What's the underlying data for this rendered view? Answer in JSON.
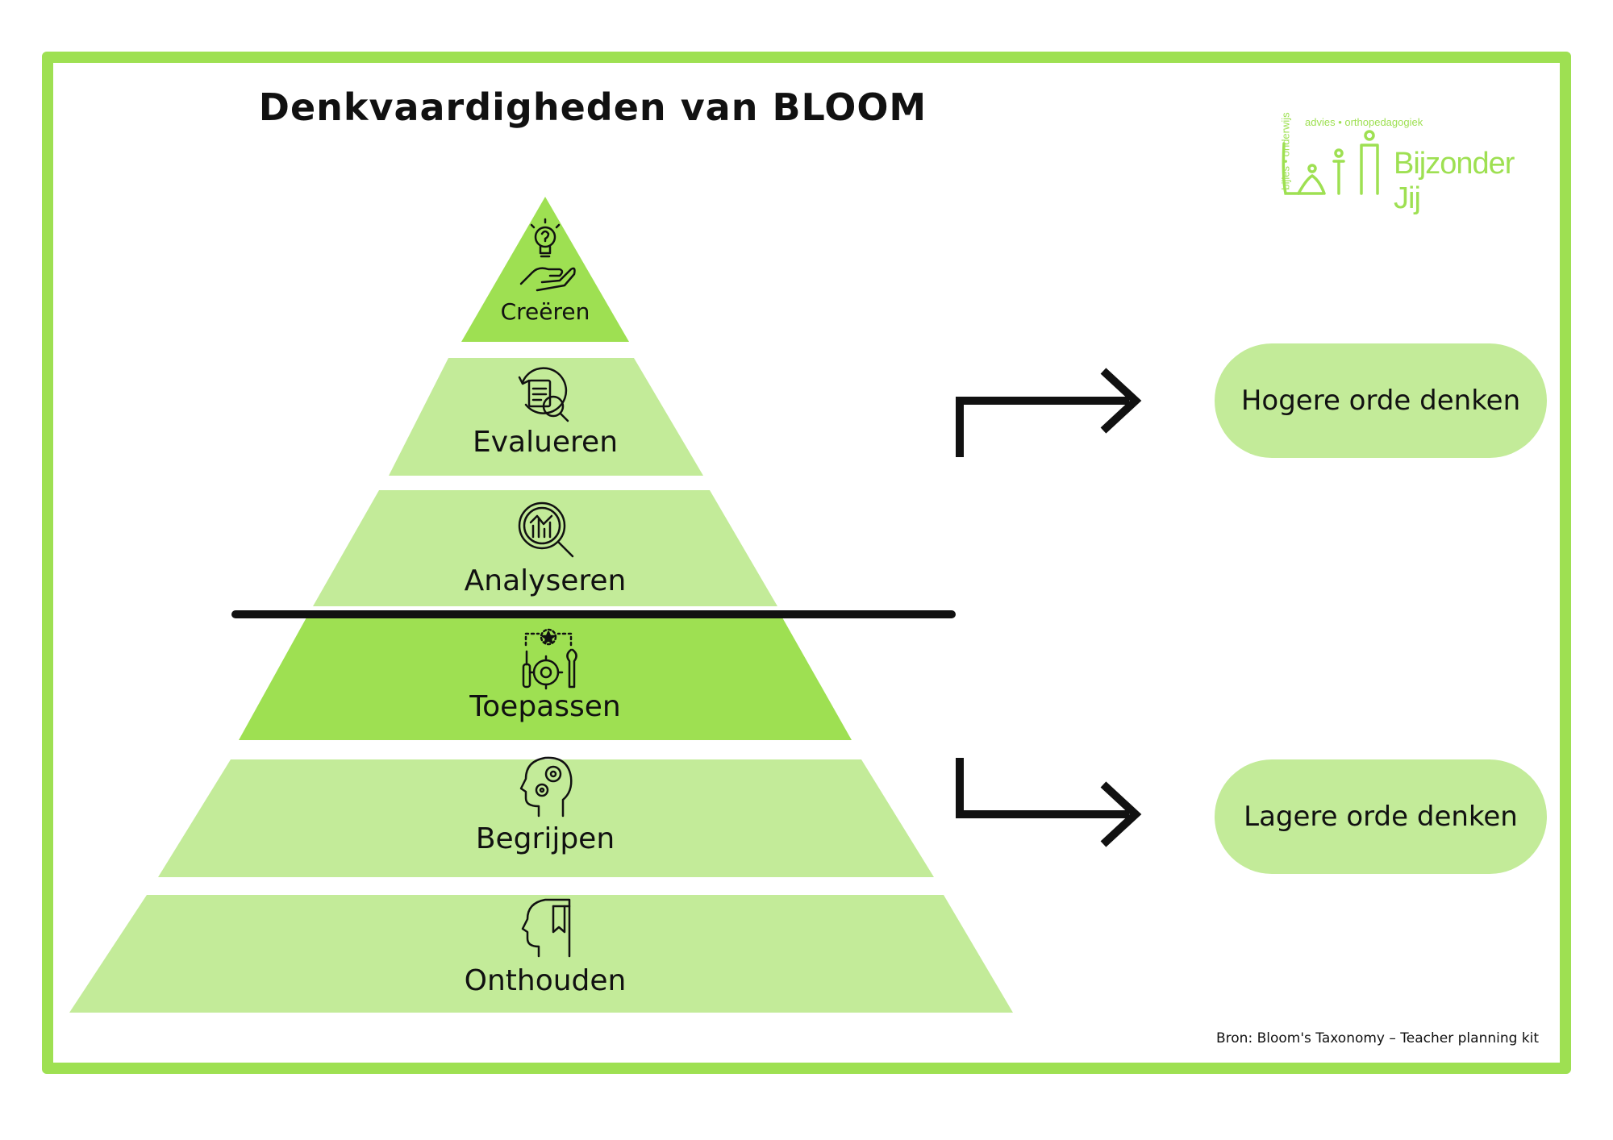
{
  "title": "Denkvaardigheden van BLOOM",
  "logo": {
    "name": "Bijzonder Jij",
    "tagline": "advies • orthopedagogiek",
    "tagline_side": "bijles • onderwijs"
  },
  "levels": [
    {
      "label": "Creëren",
      "icon": "lightbulb-hand-icon",
      "color": "#9ee052"
    },
    {
      "label": "Evalueren",
      "icon": "document-search-icon",
      "color": "#c3eb99"
    },
    {
      "label": "Analyseren",
      "icon": "chart-magnifier-icon",
      "color": "#c3eb99"
    },
    {
      "label": "Toepassen",
      "icon": "tools-gear-icon",
      "color": "#9ee052"
    },
    {
      "label": "Begrijpen",
      "icon": "head-gears-icon",
      "color": "#c3eb99"
    },
    {
      "label": "Onthouden",
      "icon": "head-book-icon",
      "color": "#c3eb99"
    }
  ],
  "categories": {
    "higher": "Hogere orde denken",
    "lower": "Lagere orde denken"
  },
  "source": "Bron: Bloom's Taxonomy – Teacher planning kit",
  "colors": {
    "accent": "#9ee052",
    "light": "#c3eb99",
    "ink": "#111111"
  }
}
